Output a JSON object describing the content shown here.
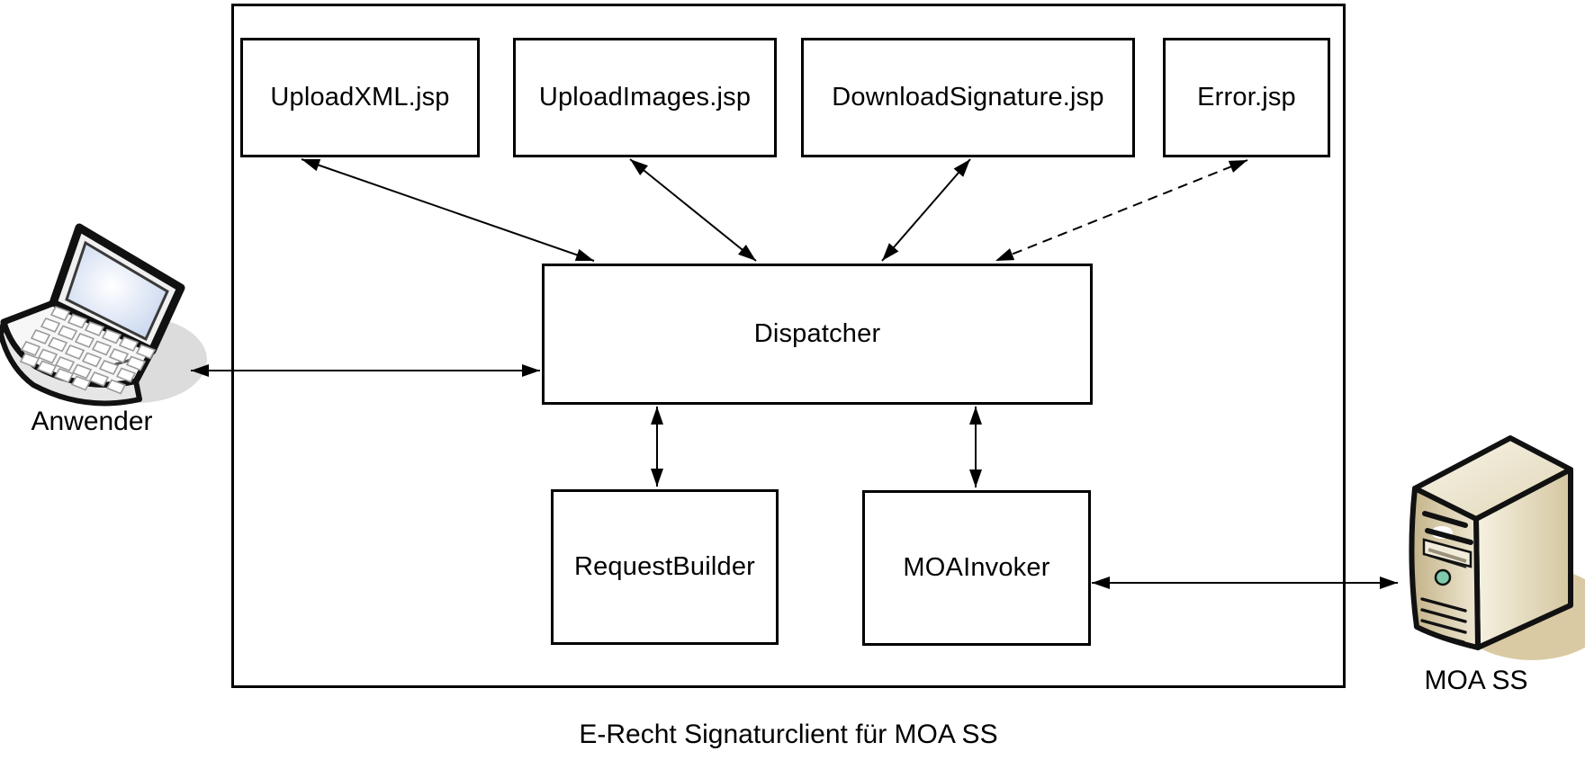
{
  "diagram": {
    "caption": "E-Recht Signaturclient für MOA SS",
    "nodes": {
      "upload_xml": {
        "label": "UploadXML.jsp"
      },
      "upload_images": {
        "label": "UploadImages.jsp"
      },
      "download_signature": {
        "label": "DownloadSignature.jsp"
      },
      "error": {
        "label": "Error.jsp"
      },
      "dispatcher": {
        "label": "Dispatcher"
      },
      "request_builder": {
        "label": "RequestBuilder"
      },
      "moa_invoker": {
        "label": "MOAInvoker"
      }
    },
    "actors": {
      "user": {
        "label": "Anwender",
        "icon": "laptop-icon"
      },
      "server": {
        "label": "MOA SS",
        "icon": "server-icon"
      }
    },
    "edges": [
      {
        "from": "Anwender",
        "to": "Dispatcher",
        "style": "solid",
        "bidirectional": true
      },
      {
        "from": "UploadXML.jsp",
        "to": "Dispatcher",
        "style": "solid",
        "bidirectional": true
      },
      {
        "from": "UploadImages.jsp",
        "to": "Dispatcher",
        "style": "solid",
        "bidirectional": true
      },
      {
        "from": "DownloadSignature.jsp",
        "to": "Dispatcher",
        "style": "solid",
        "bidirectional": true
      },
      {
        "from": "Error.jsp",
        "to": "Dispatcher",
        "style": "dashed",
        "bidirectional": true
      },
      {
        "from": "Dispatcher",
        "to": "RequestBuilder",
        "style": "solid",
        "bidirectional": true
      },
      {
        "from": "Dispatcher",
        "to": "MOAInvoker",
        "style": "solid",
        "bidirectional": true
      },
      {
        "from": "MOAInvoker",
        "to": "MOA SS",
        "style": "solid",
        "bidirectional": true
      }
    ],
    "colors": {
      "line": "#000000",
      "box_fill": "#ffffff",
      "box_border": "#000000",
      "laptop_screen": "#cdd9ee",
      "laptop_body": "#f2f2f2",
      "laptop_shadow": "#dcdcdc",
      "server_front": "#cfc09a",
      "server_side_light": "#f2ecda",
      "server_top": "#ece3c8",
      "server_button": "#7ec9ab",
      "server_shadow": "#d9caa3"
    }
  }
}
